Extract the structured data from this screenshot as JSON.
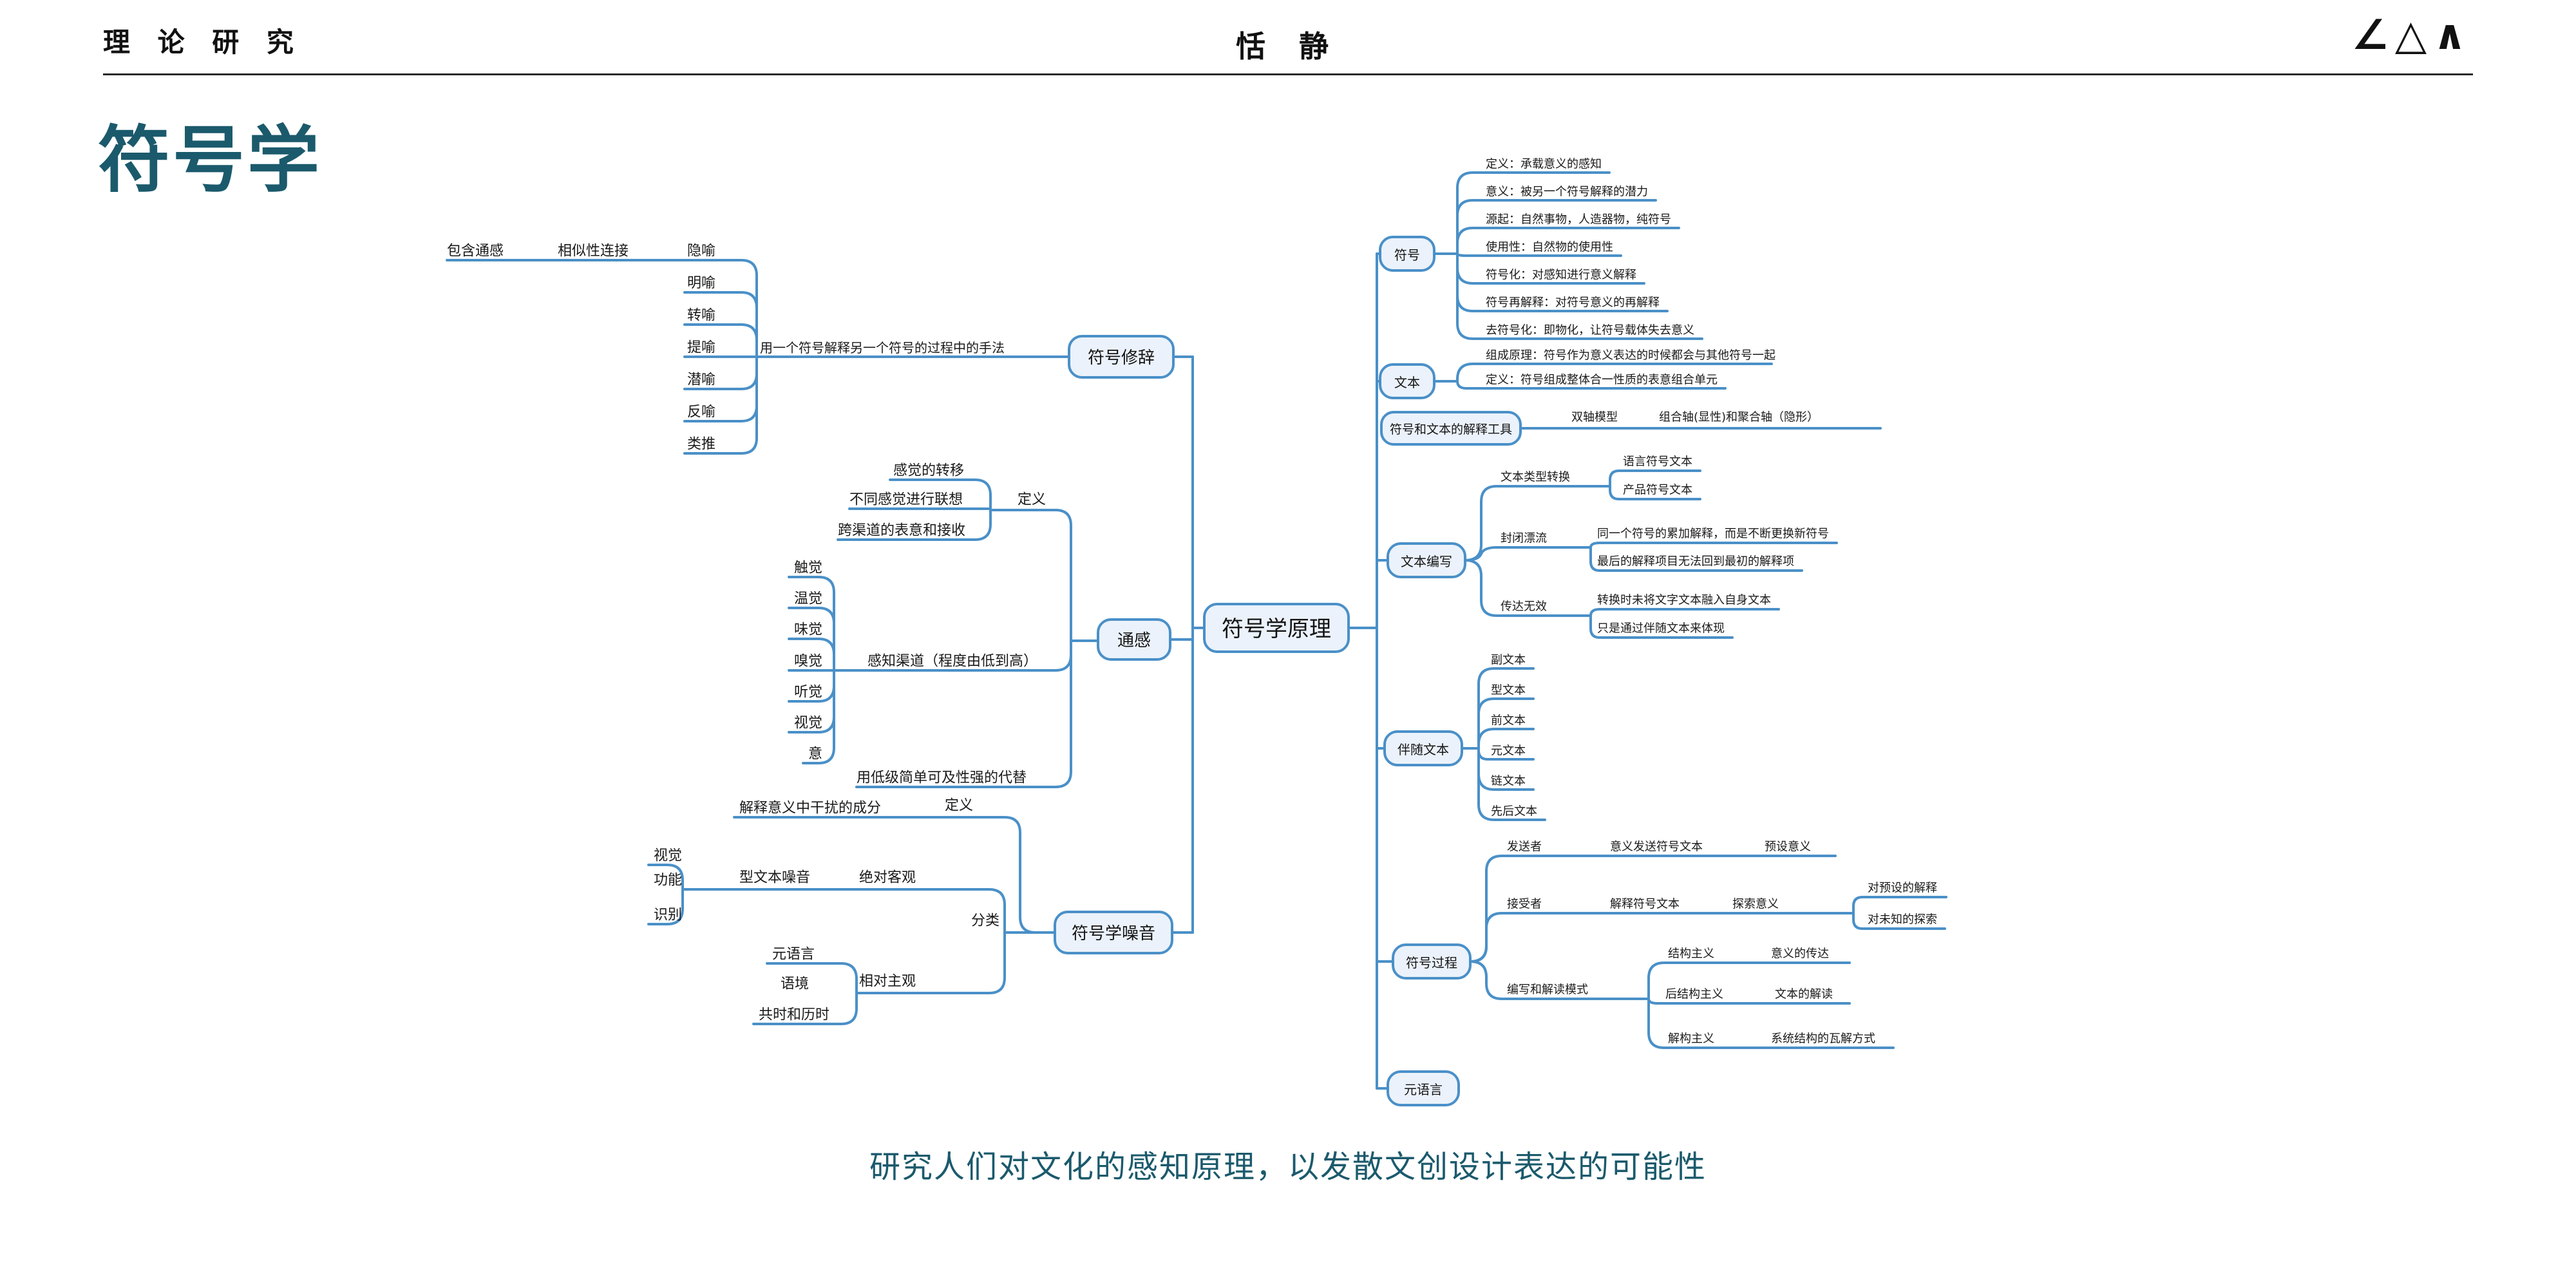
{
  "palette": {
    "accent_blue": "#4a90c8",
    "node_fill": "#ebf2fb",
    "teal": "#1b5a6c",
    "text": "#111111"
  },
  "header": {
    "section": "理 论 研 究",
    "author": "恬 静",
    "logo_glyphs": "∠△∧"
  },
  "title": "符号学",
  "caption": "研究人们对文化的感知原理，以发散文创设计表达的可能性",
  "mindmap": {
    "root": "符号学原理",
    "fuhaoxiuci": {
      "node": "符号修辞",
      "definition": "用一个符号解释另一个符号的过程中的手法",
      "baohan_tonggan": "包含通感",
      "xiangsixing": "相似性连接",
      "items": [
        "隐喻",
        "明喻",
        "转喻",
        "提喻",
        "潜喻",
        "反喻",
        "类推"
      ]
    },
    "tonggan": {
      "node": "通感",
      "dingyi": "定义",
      "def_items": [
        "感觉的转移",
        "不同感觉进行联想",
        "跨渠道的表意和接收"
      ],
      "qudao": "感知渠道（程度由低到高）",
      "senses": [
        "触觉",
        "温觉",
        "味觉",
        "嗅觉",
        "听觉",
        "视觉",
        "意"
      ],
      "daiti": "用低级简单可及性强的代替"
    },
    "zaoyin": {
      "node": "符号学噪音",
      "dingyi": "定义",
      "dingyi_text": "解释意义中干扰的成分",
      "fenlei": "分类",
      "xing_wenben_zaoyin": "型文本噪音",
      "juedui_keguan": "绝对客观",
      "xing_items": [
        "视觉",
        "功能",
        "识别"
      ],
      "xiangdui_zhuguan": "相对主观",
      "xiangdui_items": [
        "元语言",
        "语境",
        "共时和历时"
      ]
    },
    "fuhao": {
      "node": "符号",
      "items": [
        "定义：承载意义的感知",
        "意义：被另一个符号解释的潜力",
        "源起：自然事物，人造器物，纯符号",
        "使用性：自然物的使用性",
        "符号化：对感知进行意义解释",
        "符号再解释：对符号意义的再解释",
        "去符号化：即物化，让符号载体失去意义"
      ]
    },
    "wenben": {
      "node": "文本",
      "items": [
        "组成原理：符号作为意义表达的时候都会与其他符号一起",
        "定义：符号组成整体合一性质的表意组合单元"
      ]
    },
    "jieshigongju": {
      "node": "符号和文本的解释工具",
      "shuangzhou": "双轴模型",
      "zuhezhou": "组合轴(显性)和聚合轴（隐形）"
    },
    "bianxie": {
      "node": "文本编写",
      "leixing": "文本类型转换",
      "leixing_items": [
        "语言符号文本",
        "产品符号文本"
      ],
      "fengbi": "封闭漂流",
      "fengbi_items": [
        "同一个符号的累加解释，而是不断更换新符号",
        "最后的解释项目无法回到最初的解释项"
      ],
      "chuanda": "传达无效",
      "chuanda_items": [
        "转换时未将文字文本融入自身文本",
        "只是通过伴随文本来体现"
      ]
    },
    "peisui": {
      "node": "伴随文本",
      "items": [
        "副文本",
        "型文本",
        "前文本",
        "元文本",
        "链文本",
        "先后文本"
      ]
    },
    "guocheng": {
      "node": "符号过程",
      "fasongzhe": "发送者",
      "yiyi_fasong": "意义发送符号文本",
      "yushe_yiyi": "预设意义",
      "jieshouzhe": "接受者",
      "jieshi_wenben": "解释符号文本",
      "tansuo_yiyi": "探索意义",
      "tansuo_items": [
        "对预设的解释",
        "对未知的探索"
      ],
      "moshi": "编写和解读模式",
      "moshi_rows": [
        {
          "a": "结构主义",
          "b": "意义的传达"
        },
        {
          "a": "后结构主义",
          "b": "文本的解读"
        },
        {
          "a": "解构主义",
          "b": "系统结构的瓦解方式"
        }
      ]
    },
    "metalang": {
      "node": "元语言"
    }
  }
}
